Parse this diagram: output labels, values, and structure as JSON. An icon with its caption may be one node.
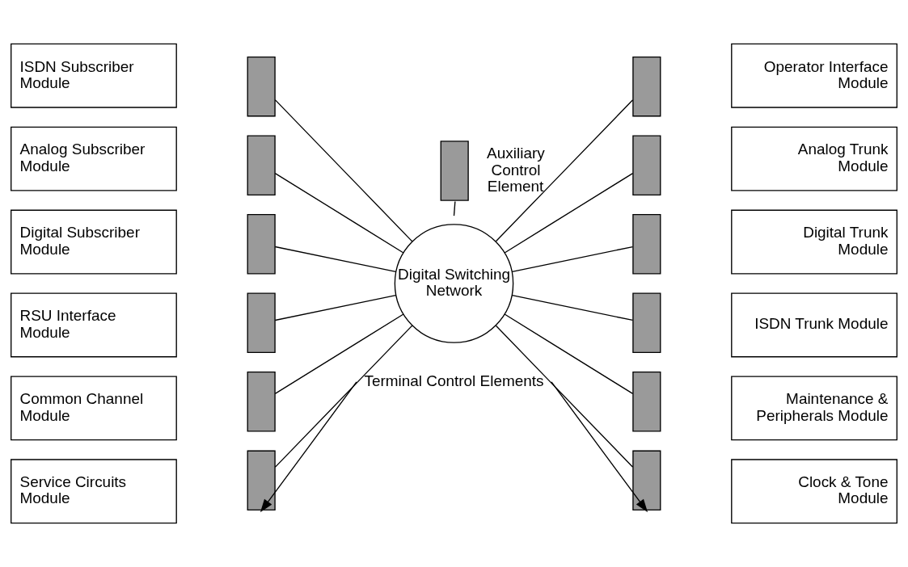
{
  "diagram": {
    "nodes": [
      {
        "text": [
          "ISDN Subscriber Module"
        ]
      },
      {
        "text": [],
        "shape": "box"
      },
      {
        "text": [
          "Analog Subscriber Module"
        ]
      },
      {
        "text": [],
        "shape": "box"
      },
      {
        "text": [
          "Digital Subscriber Module"
        ]
      },
      {
        "text": [],
        "shape": "box"
      },
      {
        "text": [
          "RSU Interface Module"
        ]
      },
      {
        "text": [],
        "shape": "box"
      },
      {
        "text": [
          "Common Channel Module"
        ]
      },
      {
        "text": [],
        "shape": "box"
      },
      {
        "text": [
          "Service Circuits Module"
        ]
      },
      {
        "text": [],
        "shape": "box"
      },
      {
        "text": [],
        "shape": "box",
        "beside": [
          "Auxiliary Control Element"
        ]
      },
      {
        "text": [
          "Digital Switching Network"
        ]
      },
      {
        "text": [],
        "shape": "box"
      },
      {
        "text": [
          "Operator Interface Module"
        ]
      },
      {
        "text": [],
        "shape": "box"
      },
      {
        "text": [
          "Analog Trunk Module"
        ]
      },
      {
        "text": [],
        "shape": "box"
      },
      {
        "text": [
          "Digital Trunk Module"
        ]
      },
      {
        "text": [],
        "shape": "box"
      },
      {
        "text": [
          "ISDN Trunk Module"
        ]
      },
      {
        "text": [],
        "shape": "box"
      },
      {
        "text": [
          "Maintenance & Peripherals Module"
        ]
      },
      {
        "text": [],
        "shape": "box"
      },
      {
        "text": [
          "Clock & Tone Module"
        ]
      },
      {
        "text": [
          "Terminal Control Elements"
        ]
      }
    ],
    "edges": [
      {
        "from": 1,
        "to": 13,
        "arrow": "none"
      },
      {
        "from": 3,
        "to": 13,
        "arrow": "none"
      },
      {
        "from": 5,
        "to": 13,
        "arrow": "none"
      },
      {
        "from": 7,
        "to": 13,
        "arrow": "none"
      },
      {
        "from": 9,
        "to": 13,
        "arrow": "none"
      },
      {
        "from": 11,
        "to": 13,
        "arrow": "none"
      },
      {
        "from": 12,
        "to": 13,
        "arrow": "none"
      },
      {
        "from": 13,
        "to": 14,
        "arrow": "none"
      },
      {
        "from": 13,
        "to": 16,
        "arrow": "none"
      },
      {
        "from": 13,
        "to": 18,
        "arrow": "none"
      },
      {
        "from": 13,
        "to": 20,
        "arrow": "none"
      },
      {
        "from": 13,
        "to": 22,
        "arrow": "none"
      },
      {
        "from": 13,
        "to": 24,
        "arrow": "none"
      },
      {
        "from": 26,
        "to": 11,
        "arrow": "to"
      },
      {
        "from": 26,
        "to": 24,
        "arrow": "to"
      }
    ]
  }
}
